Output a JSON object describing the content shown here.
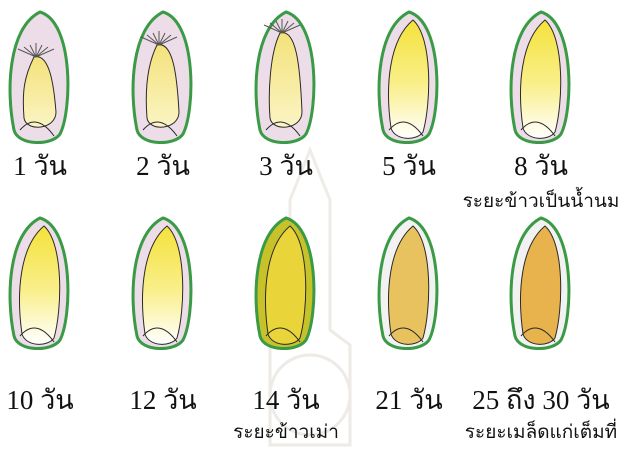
{
  "colors": {
    "hull_outline": "#3a9a45",
    "husk_fill": "#ecdde8",
    "kernel_yellow": "#f4e23a",
    "kernel_dough": "#e8c25e",
    "kernel_mature": "#e8b24c",
    "kernel_outline": "#2a2a2a"
  },
  "stages": [
    {
      "label": "1 วัน",
      "caption": "",
      "kernel": "seedling"
    },
    {
      "label": "2 วัน",
      "caption": "",
      "kernel": "seedling"
    },
    {
      "label": "3 วัน",
      "caption": "",
      "kernel": "seedling"
    },
    {
      "label": "5 วัน",
      "caption": "",
      "kernel": "milk"
    },
    {
      "label": "8 วัน",
      "caption": "ระยะข้าวเป็นน้ำนม",
      "kernel": "milk"
    },
    {
      "label": "10 วัน",
      "caption": "",
      "kernel": "milk"
    },
    {
      "label": "12 วัน",
      "caption": "",
      "kernel": "milk"
    },
    {
      "label": "14 วัน",
      "caption": "ระยะข้าวเม่า",
      "kernel": "dough"
    },
    {
      "label": "21 วัน",
      "caption": "",
      "kernel": "hard"
    },
    {
      "label": "25 ถึง 30 วัน",
      "caption": "ระยะเมล็ดแก่เต็มที่",
      "kernel": "mature"
    }
  ]
}
